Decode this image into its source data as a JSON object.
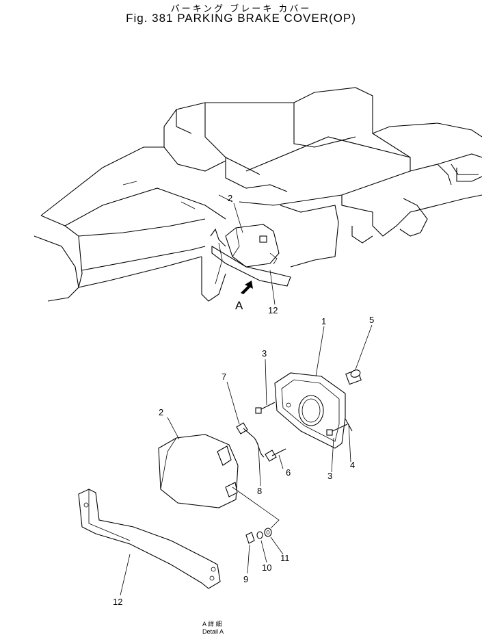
{
  "title": {
    "jp": "パーキング ブレーキ カバー",
    "en": "Fig. 381 PARKING BRAKE COVER(OP)"
  },
  "view_marker": "A",
  "callouts": {
    "c2_top": "2",
    "c12_top": "12",
    "c1": "1",
    "c5": "5",
    "c3_upper": "3",
    "c7": "7",
    "c2_lower": "2",
    "c6": "6",
    "c3_lower": "3",
    "c4": "4",
    "c8": "8",
    "c11": "11",
    "c10": "10",
    "c9": "9",
    "c12_lower": "12"
  },
  "detail_label": {
    "jp": "A 詳 細",
    "en": "Detail A"
  }
}
